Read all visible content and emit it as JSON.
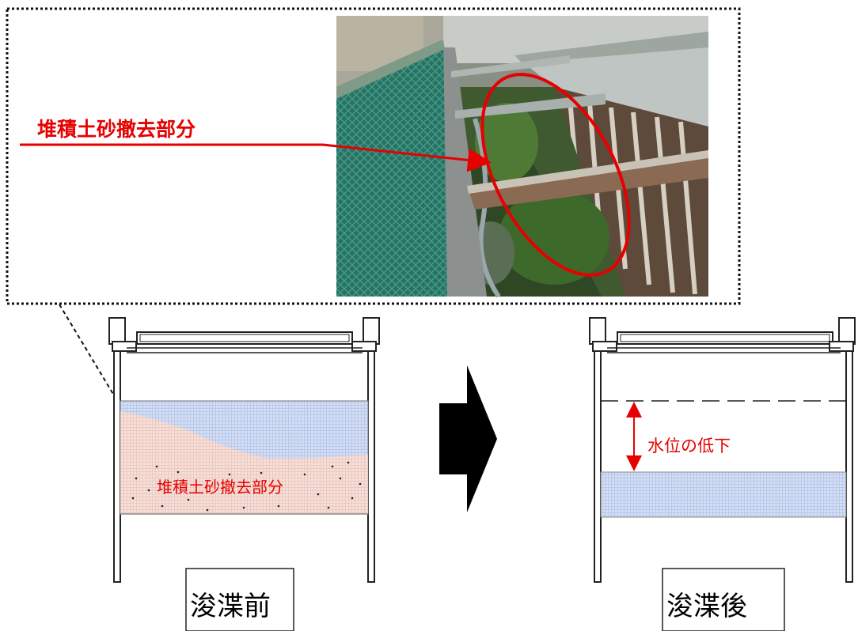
{
  "photo_callout_label": "堆積土砂撤去部分",
  "before": {
    "sediment_label": "堆積土砂撤去部分",
    "caption": "浚渫前"
  },
  "after": {
    "water_drop_label": "水位の低下",
    "caption": "浚渫後"
  },
  "colors": {
    "highlight_red": "#e60000",
    "water_blue": "#cdd9f2",
    "sediment_pink": "#f4dcd6"
  }
}
